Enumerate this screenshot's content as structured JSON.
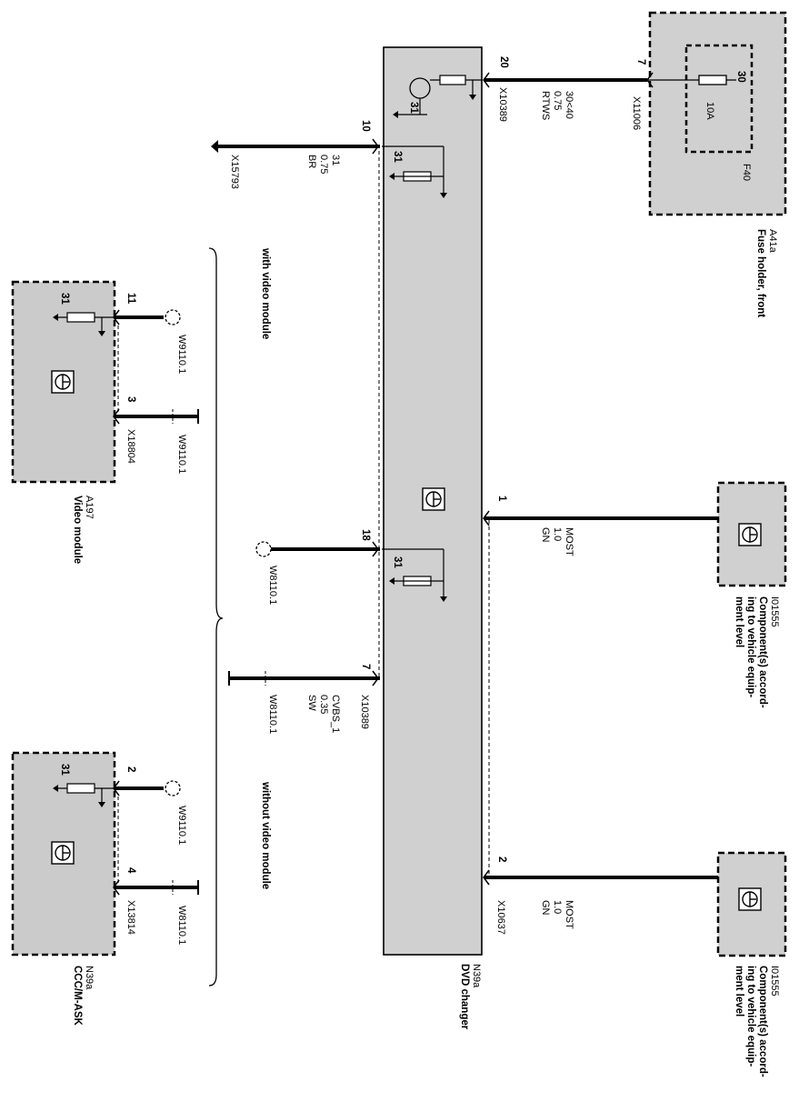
{
  "colors": {
    "component_fill": "#d0d0d0",
    "module_fill": "#cbcbcb",
    "line": "#000000",
    "background": "#ffffff"
  },
  "fuse_holder": {
    "id": "A41a",
    "name": "Fuse holder, front",
    "fuse_id": "F40",
    "fuse_rating": "10A",
    "fuse_pin": "30",
    "connector": "X11006",
    "pin": "7"
  },
  "supply_wire": {
    "line1": "30<40",
    "line2": "0.75",
    "line3": "RTWS"
  },
  "dvd_changer": {
    "id": "N39a",
    "name": "DVD changer",
    "connector_top": "X10389",
    "connector_mid": "X10389",
    "connector_most": "X10637",
    "pin_supply": "20",
    "pin_ground": "10",
    "pin_18": "18",
    "pin_7": "7",
    "pin_most1": "1",
    "pin_most2": "2",
    "ground_label_1": "31",
    "ground_label_2": "31",
    "ground_label_3": "31"
  },
  "ground_wire": {
    "connector": "X15793",
    "line1": "31",
    "line2": "0.75",
    "line3": "BR"
  },
  "most_wire_1": {
    "line1": "MOST",
    "line2": "1.0",
    "line3": "GN"
  },
  "most_wire_2": {
    "line1": "MOST",
    "line2": "1.0",
    "line3": "GN"
  },
  "component_1": {
    "id": "I01555",
    "line1": "Component(s) accord-",
    "line2": "ing to vehicle equip-",
    "line3": "ment level"
  },
  "component_2": {
    "id": "I01555",
    "line1": "Component(s) accord-",
    "line2": "ing to vehicle equip-",
    "line3": "ment level"
  },
  "video_module": {
    "id": "A197",
    "name": "Video module",
    "connector": "X18804",
    "pin_a": "11",
    "pin_b": "3",
    "ground_label": "31",
    "wire_a": "W9110.1",
    "wire_b": "W9110.1"
  },
  "ccc_module": {
    "id": "N39a",
    "name": "CCC/M-ASK",
    "connector": "X13814",
    "pin_a": "2",
    "pin_b": "4",
    "ground_label": "31",
    "wire_a": "W9110.1",
    "wire_b": "W8110.1"
  },
  "pin18_wire": "W8110.1",
  "cvbs_wire": {
    "line1": "CVBS_1",
    "line2": "0.35",
    "line3": "SW",
    "ref": "W8110.1",
    "connector": "X10389"
  },
  "notes": {
    "with_video": "with video module",
    "without_video": "without video module"
  }
}
